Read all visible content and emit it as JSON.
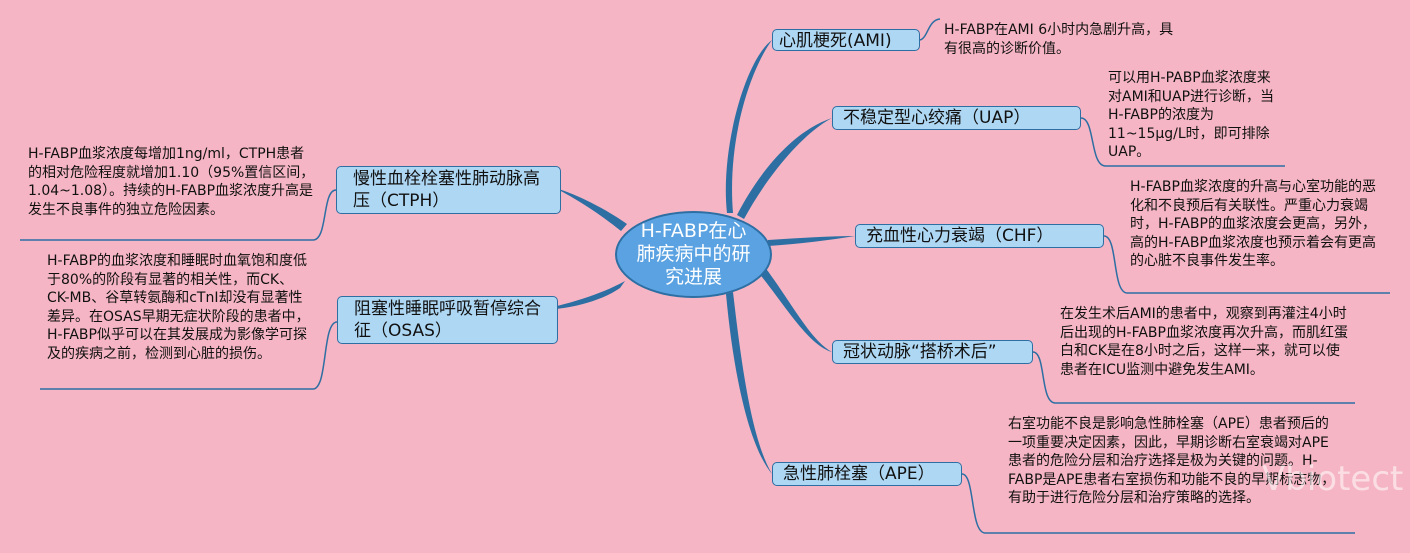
{
  "center": {
    "title": "H-FABP在心肺疾病中的研究进展"
  },
  "branches": {
    "ami": {
      "label": "心肌梗死(AMI)",
      "note": "H-FABP在AMI 6小时内急剧升高，具有很高的诊断价值。"
    },
    "uap": {
      "label": "不稳定型心绞痛（UAP）",
      "note": "可以用H-PABP血浆浓度来对AMI和UAP进行诊断，当H-FABP的浓度为11~15μg/L时，即可排除UAP。"
    },
    "chf": {
      "label": "充血性心力衰竭（CHF）",
      "note": "H-FABP血浆浓度的升高与心室功能的恶化和不良预后有关联性。严重心力衰竭时，H-FABP的血浆浓度会更高，另外，高的H-FABP血浆浓度也预示着会有更高的心脏不良事件发生率。"
    },
    "cabg": {
      "label": "冠状动脉“搭桥术后”",
      "note": "在发生术后AMI的患者中，观察到再灌注4小时后出现的H-FABP血浆浓度再次升高，而肌红蛋白和CK是在8小时之后，这样一来，就可以使患者在ICU监测中避免发生AMI。"
    },
    "ape": {
      "label": "急性肺栓塞（APE）",
      "note": "右室功能不良是影响急性肺栓塞（APE）患者预后的一项重要决定因素，因此，早期诊断右室衰竭对APE患者的危险分层和治疗选择是极为关键的问题。H-FABP是APE患者右室损伤和功能不良的早期标志物，有助于进行危险分层和治疗策略的选择。"
    },
    "ctph": {
      "label": "慢性血栓栓塞性肺动脉高压（CTPH）",
      "note": "H-FABP血浆浓度每增加1ng/ml，CTPH患者的相对危险程度就增加1.10（95%置信区间，1.04~1.08）。持续的H-FABP血浆浓度升高是发生不良事件的独立危险因素。"
    },
    "osas": {
      "label": "阻塞性睡眠呼吸暂停综合征（OSAS）",
      "note": "H-FABP的血浆浓度和睡眠时血氧饱和度低于80%的阶段有显著的相关性，而CK、CK-MB、谷草转氨酶和cTnI却没有显著性差异。在OSAS早期无症状阶段的患者中，H-FABP似乎可以在其发展成为影像学可探及的疾病之前，检测到心脏的损伤。"
    }
  },
  "watermark": "Vbiotect",
  "colors": {
    "background": "#f5b5c4",
    "node_fill": "#aed7f4",
    "center_fill": "#5aa2e1",
    "line": "#2d6ea3"
  }
}
